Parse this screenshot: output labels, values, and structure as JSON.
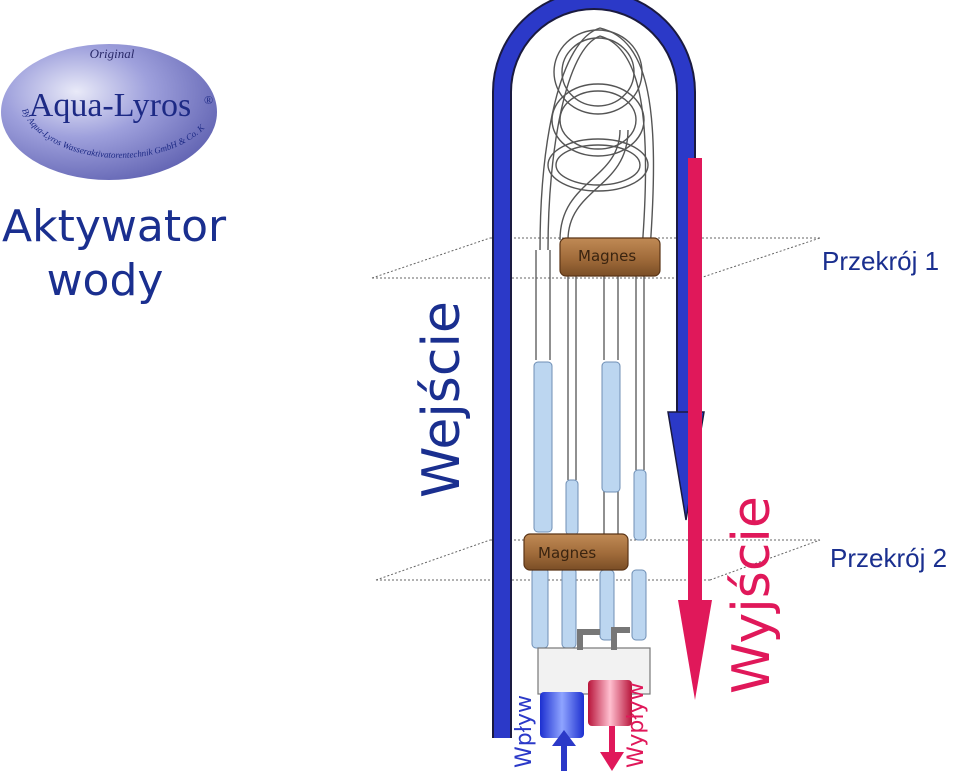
{
  "logo": {
    "top_text": "Original",
    "brand": "Aqua-Lyros",
    "registered_mark": "®",
    "arc_text": "By Aqua-Lyros Wasseraktivatorentechnik GmbH & Co. KG"
  },
  "title": {
    "line1": "Aktywator",
    "line2": "wody"
  },
  "labels": {
    "inlet": "Wejście",
    "outlet": "Wyjście",
    "section1": "Przekrój 1",
    "section2": "Przekrój 2",
    "magnet_top": "Magnes",
    "magnet_bottom": "Magnes",
    "inflow": "Wpływ",
    "outflow": "Wypływ"
  },
  "colors": {
    "inlet": "#2b39c8",
    "outlet": "#e0185a",
    "title": "#1a2f8f",
    "magnet": "#a06b3a",
    "logo_fill": "#8c8ed4"
  }
}
